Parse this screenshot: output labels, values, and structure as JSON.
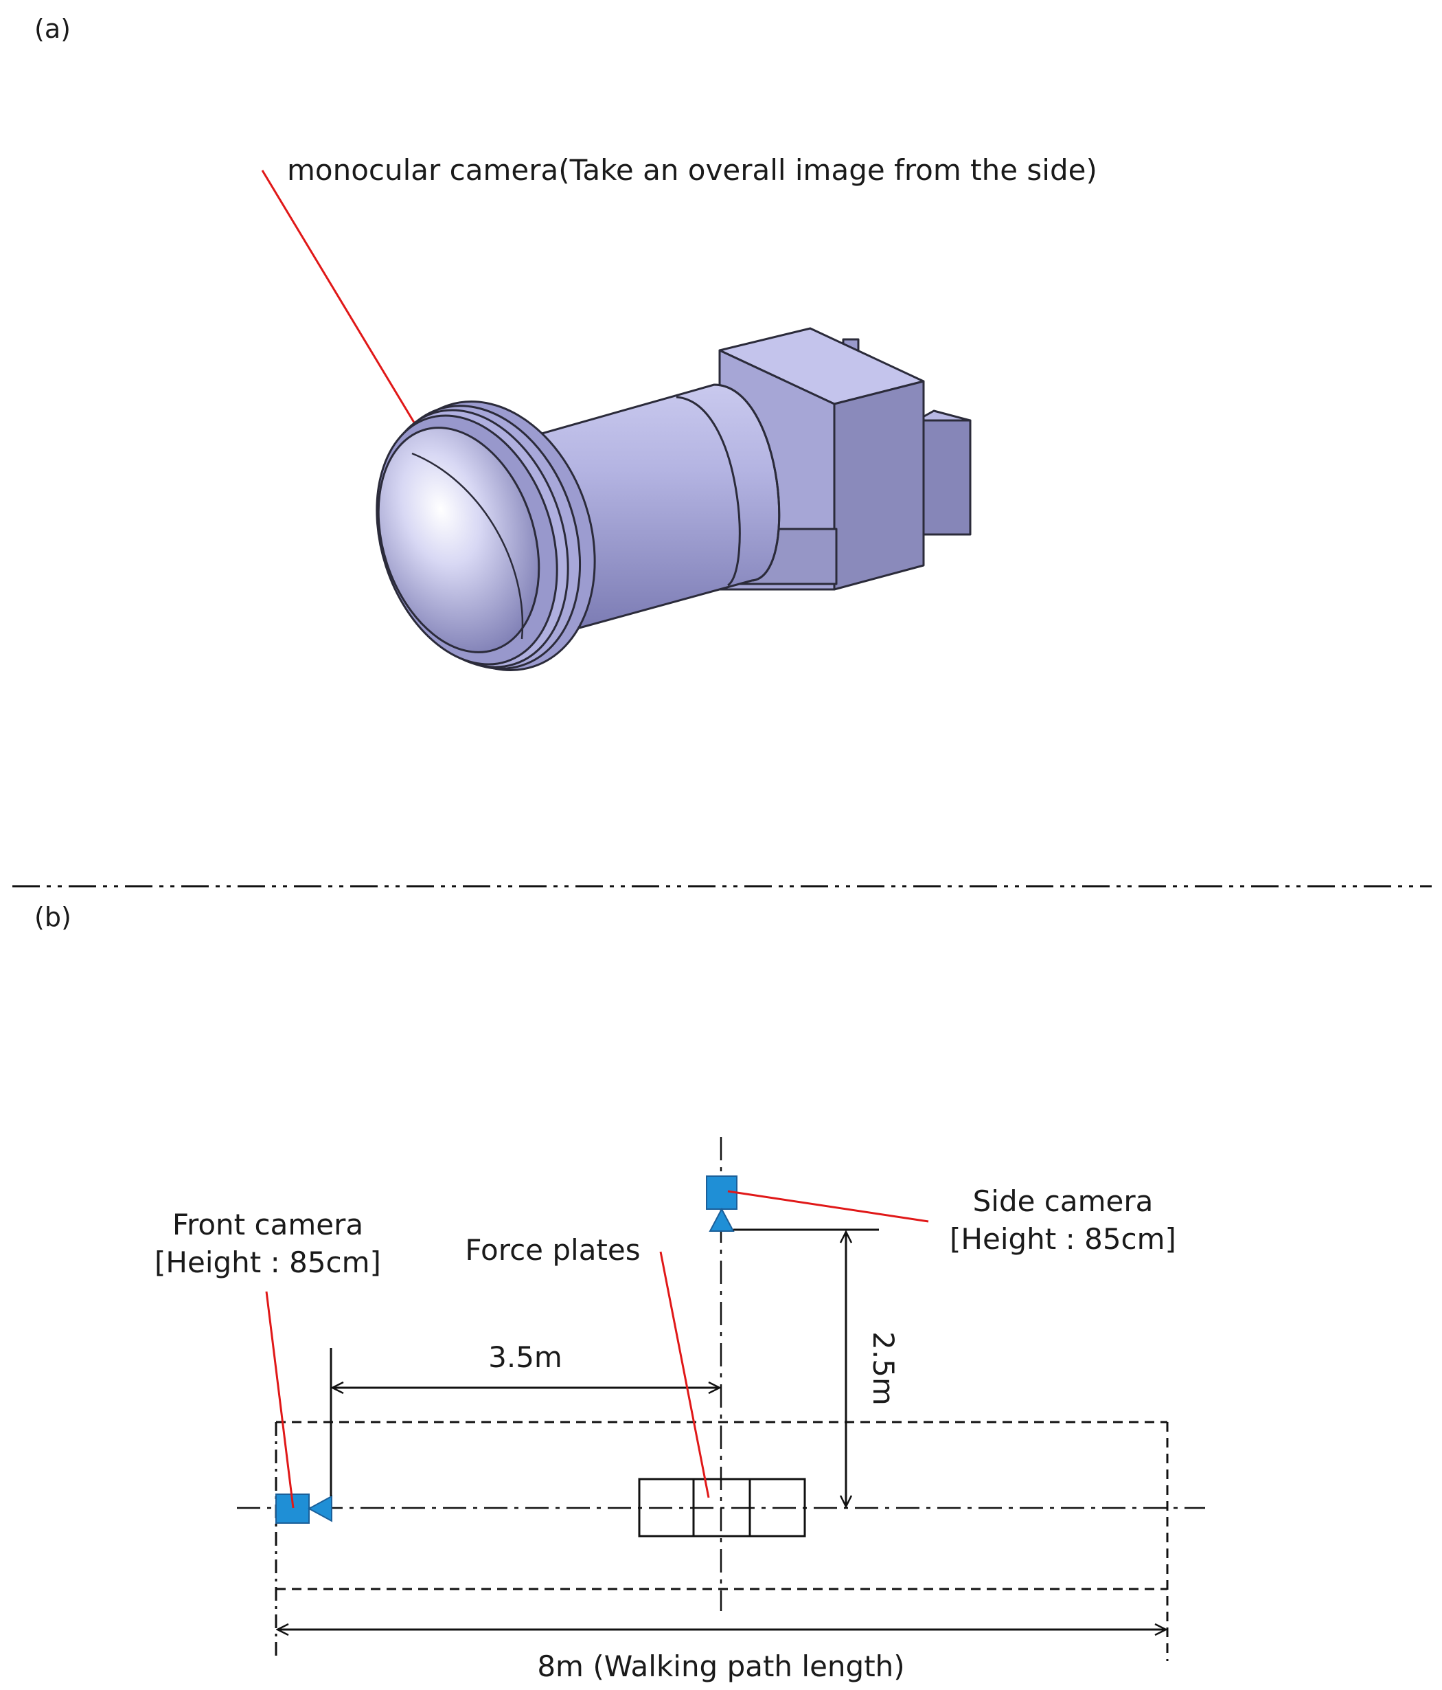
{
  "panel_a": {
    "label": "(a)",
    "callout": "monocular camera(Take an overall image from the side)"
  },
  "panel_b": {
    "label": "(b)",
    "front_camera": {
      "title": "Front camera",
      "height": "[Height : 85cm]"
    },
    "side_camera": {
      "title": "Side camera",
      "height": "[Height : 85cm]"
    },
    "force_plates": "Force plates",
    "dim_front_to_plates": "3.5m",
    "dim_side_to_path": "2.5m",
    "dim_path_length": "8m (Walking path length)"
  },
  "colors": {
    "camera_body": "#a9a9d8",
    "camera_outline": "#2b2b3a",
    "camera_blue": "#1f8fd6",
    "leader_red": "#e01818",
    "line_black": "#111111"
  }
}
